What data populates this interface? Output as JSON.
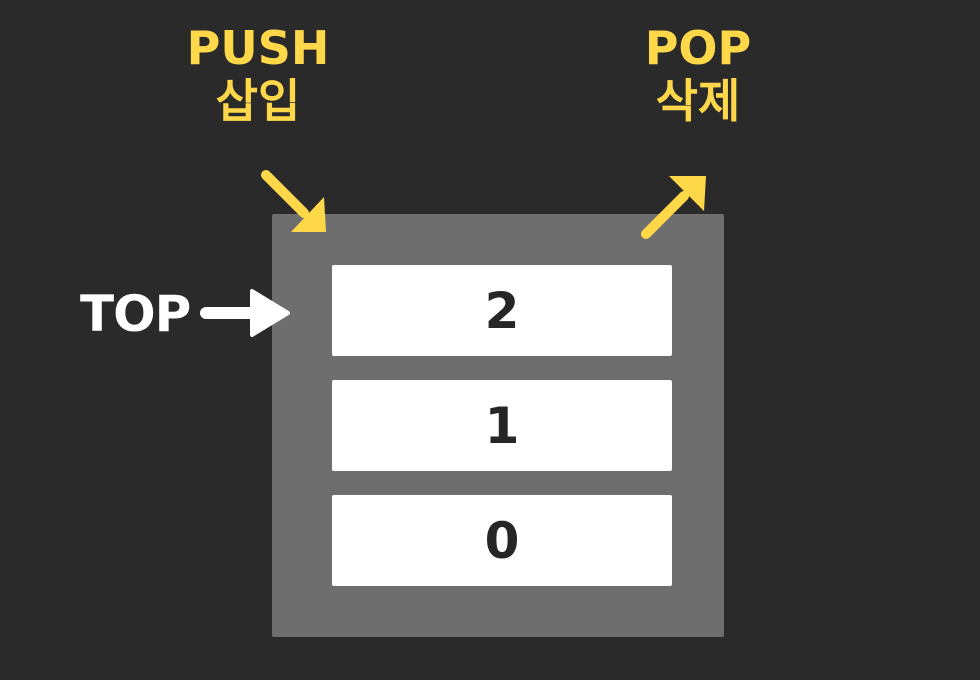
{
  "colors": {
    "background": "#2a2a2a",
    "container": "#6e6e6e",
    "item": "#ffffff",
    "accent": "#ffd84a",
    "top_arrow": "#ffffff"
  },
  "push": {
    "label_en": "PUSH",
    "label_ko": "삽입",
    "arrow_icon": "arrow-down-right-icon"
  },
  "pop": {
    "label_en": "POP",
    "label_ko": "삭제",
    "arrow_icon": "arrow-up-right-icon"
  },
  "top": {
    "label": "TOP",
    "arrow_icon": "arrow-right-icon"
  },
  "stack": {
    "items": [
      "2",
      "1",
      "0"
    ]
  }
}
